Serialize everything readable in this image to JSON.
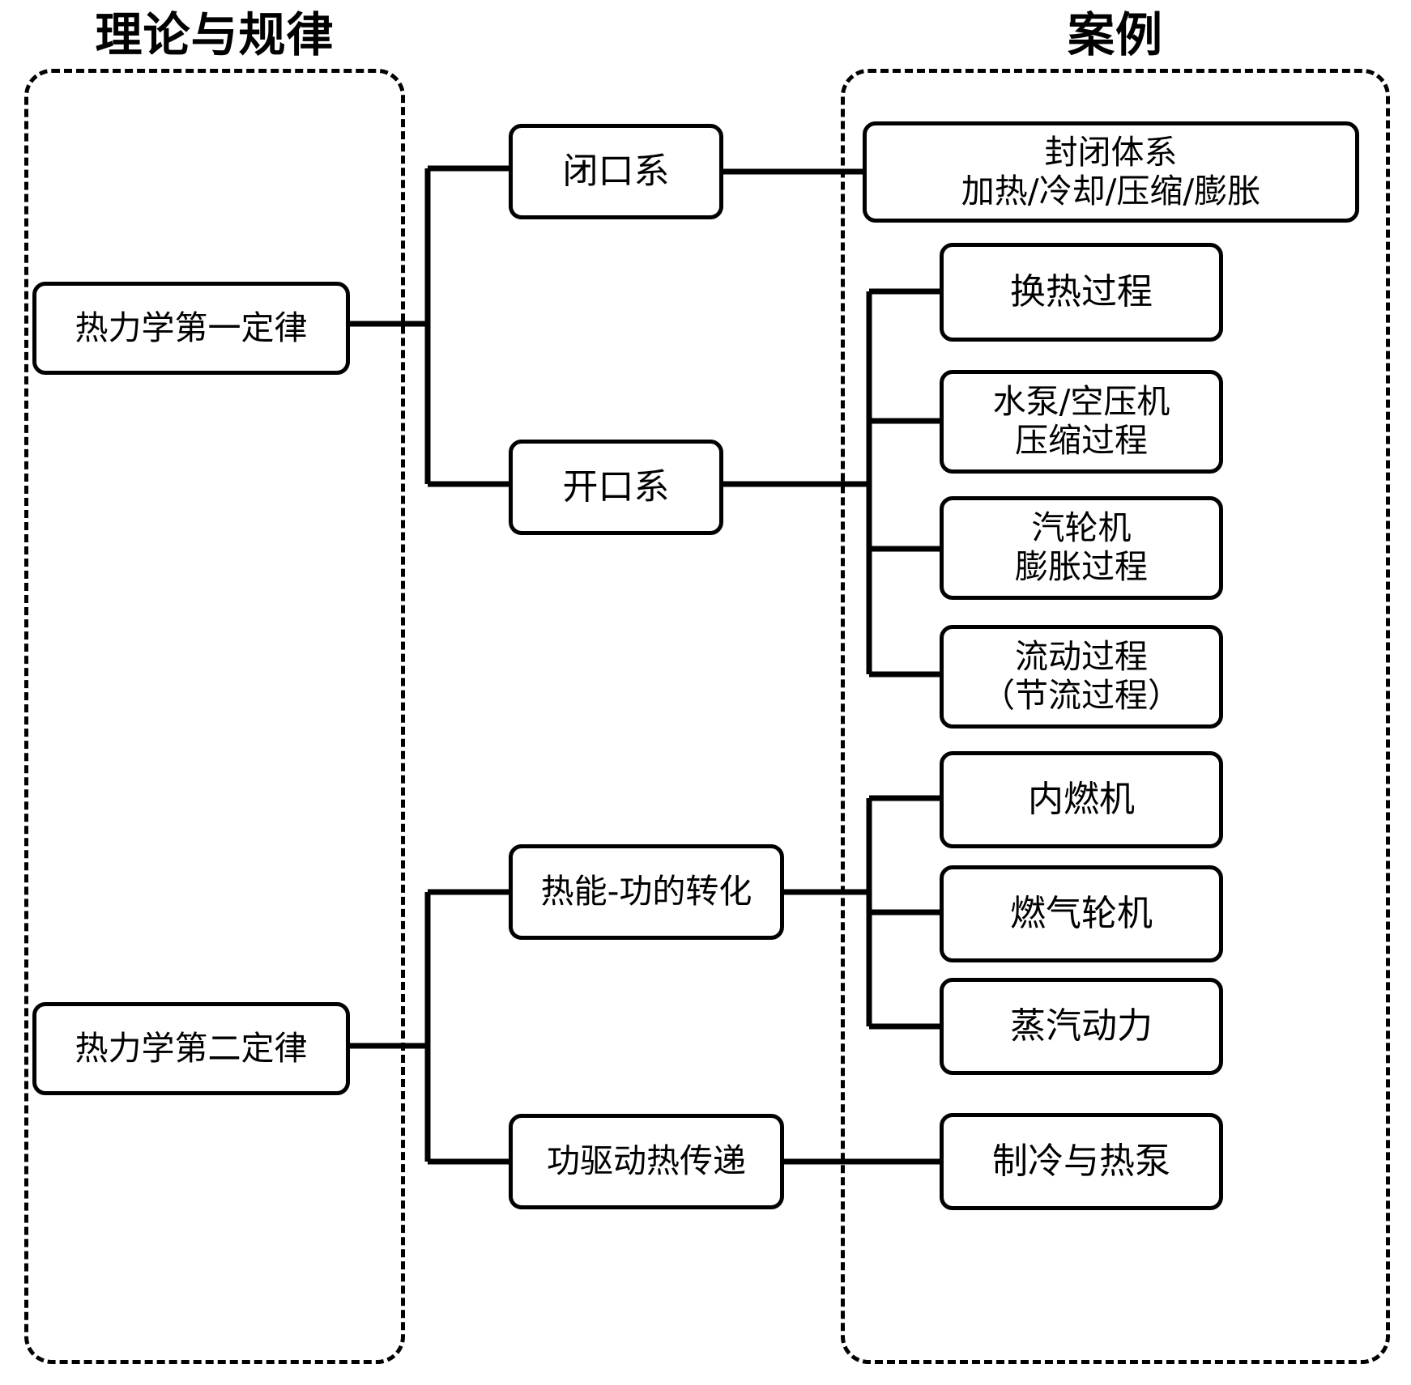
{
  "diagram": {
    "title_theory": "理论与规律",
    "title_cases": "案例",
    "laws": [
      {
        "id": "first-law",
        "label": "热力学第一定律"
      },
      {
        "id": "second-law",
        "label": "热力学第二定律"
      }
    ],
    "branches": [
      {
        "id": "closed-system",
        "label": "闭口系"
      },
      {
        "id": "open-system",
        "label": "开口系"
      },
      {
        "id": "heat-work-conversion",
        "label": "热能-功的转化"
      },
      {
        "id": "work-driven-heat-transfer",
        "label": "功驱动热传递"
      }
    ],
    "cases": [
      {
        "id": "closed-system-case",
        "label": "封闭体系\n加热/冷却/压缩/膨胀"
      },
      {
        "id": "heat-exchange",
        "label": "换热过程"
      },
      {
        "id": "pump-compressor",
        "label": "水泵/空压机\n压缩过程"
      },
      {
        "id": "steam-turbine",
        "label": "汽轮机\n膨胀过程"
      },
      {
        "id": "flow-process",
        "label": "流动过程\n（节流过程）"
      },
      {
        "id": "internal-combustion-engine",
        "label": "内燃机"
      },
      {
        "id": "gas-turbine",
        "label": "燃气轮机"
      },
      {
        "id": "steam-power",
        "label": "蒸汽动力"
      },
      {
        "id": "refrigeration-heat-pump",
        "label": "制冷与热泵"
      }
    ],
    "colors": {
      "stroke": "#000000",
      "fill": "#ffffff",
      "text": "#000000"
    }
  }
}
